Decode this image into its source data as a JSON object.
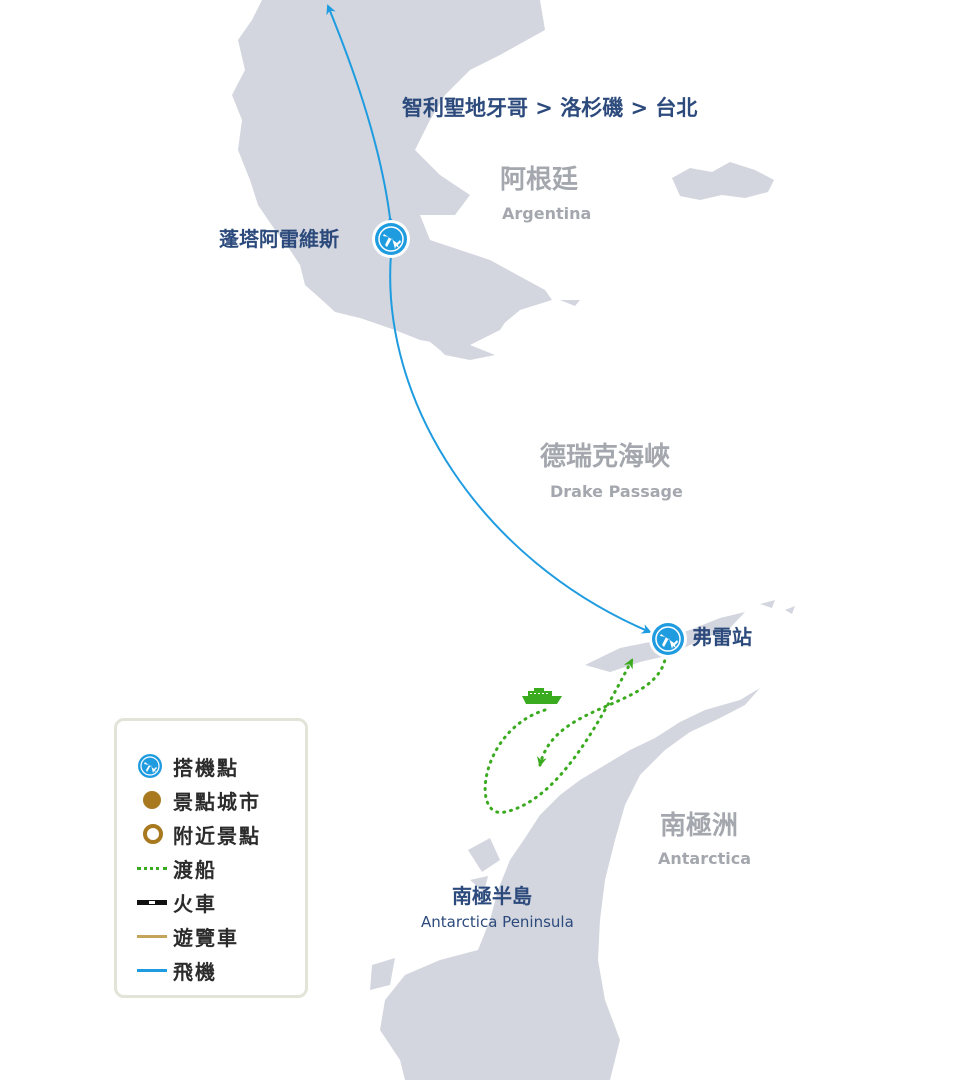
{
  "route_label": "智利聖地牙哥 > 洛杉磯 > 台北",
  "regions": {
    "argentina": {
      "zh": "阿根廷",
      "en": "Argentina"
    },
    "drake": {
      "zh": "德瑞克海峽",
      "en": "Drake Passage"
    },
    "antarctica": {
      "zh": "南極洲",
      "en": "Antarctica"
    }
  },
  "places": {
    "punta_arenas": {
      "zh": "蓬塔阿雷維斯"
    },
    "frei": {
      "zh": "弗雷站"
    },
    "peninsula": {
      "zh": "南極半島",
      "en": "Antarctica Peninsula"
    }
  },
  "legend": {
    "items": [
      {
        "label": "搭機點",
        "icon": "airport-icon"
      },
      {
        "label": "景點城市",
        "icon": "city-dot-icon"
      },
      {
        "label": "附近景點",
        "icon": "nearby-ring-icon"
      },
      {
        "label": "渡船",
        "icon": "ferry-line-icon"
      },
      {
        "label": "火車",
        "icon": "train-line-icon"
      },
      {
        "label": "遊覽車",
        "icon": "bus-line-icon"
      },
      {
        "label": "飛機",
        "icon": "flight-line-icon"
      }
    ]
  },
  "colors": {
    "land": "#d3d6de",
    "flight": "#1f9ce0",
    "ferry": "#3aaa1e",
    "place_text": "#2c4a7c",
    "region_text": "#a4a8ae",
    "city": "#a8791e",
    "bus": "#c4a35a"
  }
}
